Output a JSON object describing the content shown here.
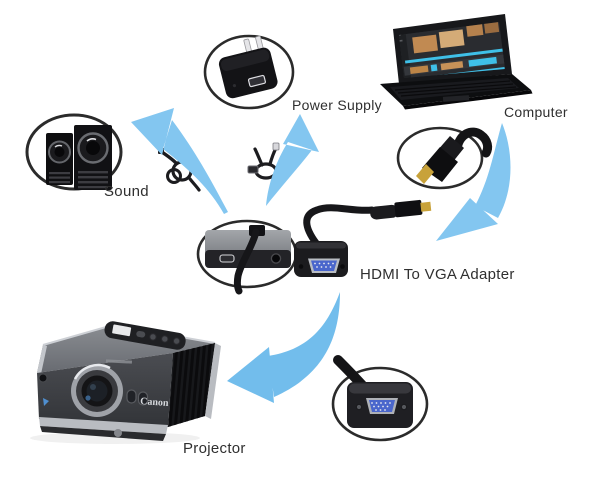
{
  "labels": {
    "sound": "Sound",
    "power_supply": "Power Supply",
    "computer": "Computer",
    "adapter": "HDMI To VGA Adapter",
    "projector": "Projector"
  },
  "projector_brand": "Canon",
  "colors": {
    "background": "#ffffff",
    "arrow": "#83c6f0",
    "arrow_strong": "#72bdec",
    "outline": "#2b2b2b",
    "label_text": "#2f2f2f",
    "vga_blue": "#4a66cc"
  },
  "connections": [
    {
      "from": "adapter",
      "to": "sound"
    },
    {
      "from": "adapter",
      "to": "power_supply"
    },
    {
      "from": "computer",
      "to": "adapter"
    },
    {
      "from": "adapter",
      "to": "projector"
    }
  ]
}
